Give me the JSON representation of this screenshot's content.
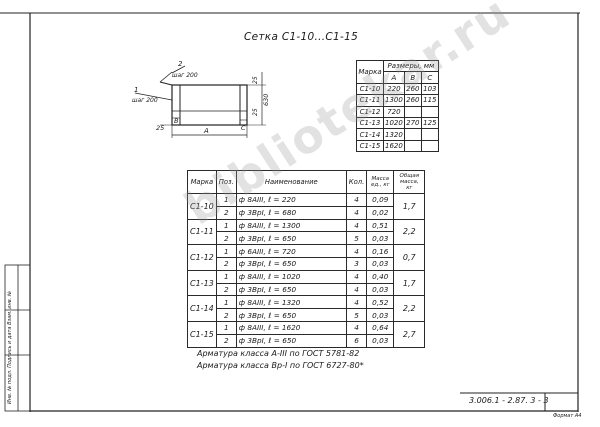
{
  "title": "Сетка С1-10...С1-15",
  "drawing": {
    "label_1": "1",
    "label_2": "2",
    "step_top": "шаг 200",
    "step_left": "шаг 200",
    "dim_a": "A",
    "dim_b": "B",
    "dim_c": "C",
    "dim_25_left": "25",
    "dim_25_right_top": "25",
    "dim_25_right_bottom": "25",
    "dim_630": "630"
  },
  "sizes_table": {
    "header_marka": "Марка",
    "header_group": "Размеры, мм",
    "cols": [
      "A",
      "B",
      "C"
    ],
    "rows": [
      {
        "marka": "С1-10",
        "a": "220",
        "b": "260",
        "c": "103"
      },
      {
        "marka": "С1-11",
        "a": "1300",
        "b": "260",
        "c": "115"
      },
      {
        "marka": "С1-12",
        "a": "720",
        "b": "",
        "c": ""
      },
      {
        "marka": "С1-13",
        "a": "1020",
        "b": "270",
        "c": "125"
      },
      {
        "marka": "С1-14",
        "a": "1320",
        "b": "",
        "c": ""
      },
      {
        "marka": "С1-15",
        "a": "1620",
        "b": "",
        "c": ""
      }
    ]
  },
  "spec_table": {
    "headers": {
      "marka": "Марка",
      "pos": "Поз.",
      "name": "Наименование",
      "kol": "Кол.",
      "mass_item": "Масса ед., кг",
      "mass_total": "Общая масса, кг"
    },
    "groups": [
      {
        "marka": "С1-10",
        "total": "1,7",
        "rows": [
          {
            "pos": "1",
            "name": "ф 8АIII,     ℓ = 220",
            "kol": "4",
            "mass": "0,09"
          },
          {
            "pos": "2",
            "name": "ф 3ВрI,     ℓ = 680",
            "kol": "4",
            "mass": "0,02"
          }
        ]
      },
      {
        "marka": "С1-11",
        "total": "2,2",
        "rows": [
          {
            "pos": "1",
            "name": "ф 8АIII,     ℓ = 1300",
            "kol": "4",
            "mass": "0,51"
          },
          {
            "pos": "2",
            "name": "ф 3ВрI,     ℓ = 650",
            "kol": "5",
            "mass": "0,03"
          }
        ]
      },
      {
        "marka": "С1-12",
        "total": "0,7",
        "rows": [
          {
            "pos": "1",
            "name": "ф 6АIII,     ℓ = 720",
            "kol": "4",
            "mass": "0,16"
          },
          {
            "pos": "2",
            "name": "ф 3ВрI,     ℓ = 650",
            "kol": "3",
            "mass": "0,03"
          }
        ]
      },
      {
        "marka": "С1-13",
        "total": "1,7",
        "rows": [
          {
            "pos": "1",
            "name": "ф 8АIII,     ℓ = 1020",
            "kol": "4",
            "mass": "0,40"
          },
          {
            "pos": "2",
            "name": "ф 3ВрI,     ℓ = 650",
            "kol": "4",
            "mass": "0,03"
          }
        ]
      },
      {
        "marka": "С1-14",
        "total": "2,2",
        "rows": [
          {
            "pos": "1",
            "name": "ф 8АIII,     ℓ = 1320",
            "kol": "4",
            "mass": "0,52"
          },
          {
            "pos": "2",
            "name": "ф 3ВрI,     ℓ = 650",
            "kol": "5",
            "mass": "0,03"
          }
        ]
      },
      {
        "marka": "С1-15",
        "total": "2,7",
        "rows": [
          {
            "pos": "1",
            "name": "ф 8АIII,     ℓ = 1620",
            "kol": "4",
            "mass": "0,64"
          },
          {
            "pos": "2",
            "name": "ф 3ВрI,     ℓ = 650",
            "kol": "6",
            "mass": "0,03"
          }
        ]
      }
    ]
  },
  "notes": [
    "Арматура  класса  А-III  по  ГОСТ  5781-82",
    "Арматура  класса  Вр-I  по  ГОСТ  6727-80*"
  ],
  "doc_code": "3.006.1 - 2.87. 3 - 3",
  "format": "Формат А4",
  "side_stamp": "Инв. № подл.  Подпись и дата  Взам. инв. №",
  "watermark": "bibliotekar.ru"
}
